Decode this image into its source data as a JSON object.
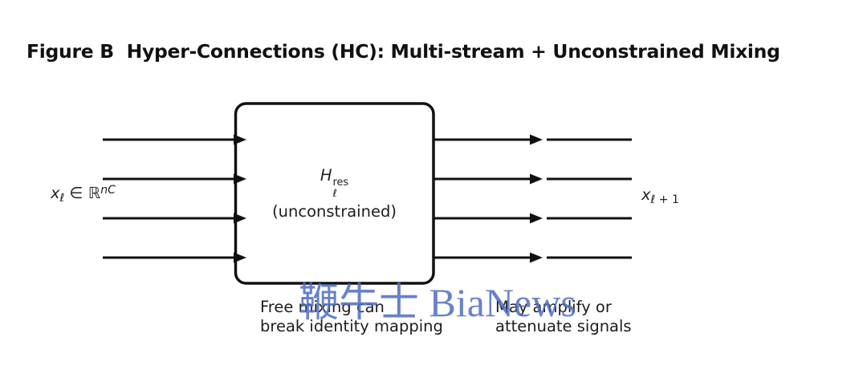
{
  "title": "Figure B  Hyper-Connections (HC): Multi-stream + Unconstrained Mixing",
  "diagram": {
    "stream_count": 4,
    "block": {
      "symbol_base": "H",
      "symbol_sup": "res",
      "symbol_sub": "ℓ",
      "qualifier": "(unconstrained)"
    },
    "input_label": {
      "var": "x",
      "var_sub": "ℓ",
      "element_of": " ∈ ",
      "set": "ℝ",
      "set_sup": "nC"
    },
    "output_label": {
      "var": "x",
      "var_sub": "ℓ + 1"
    },
    "caption_left": {
      "line1": "Free mixing can",
      "line2": "break identity mapping"
    },
    "caption_right": {
      "line1": "May amplify or",
      "line2": "attenuate signals"
    }
  },
  "watermark": {
    "text": "鞭牛士 BiaNews",
    "color": "#4e6dc0"
  },
  "colors": {
    "ink": "#111111",
    "background": "#ffffff"
  }
}
